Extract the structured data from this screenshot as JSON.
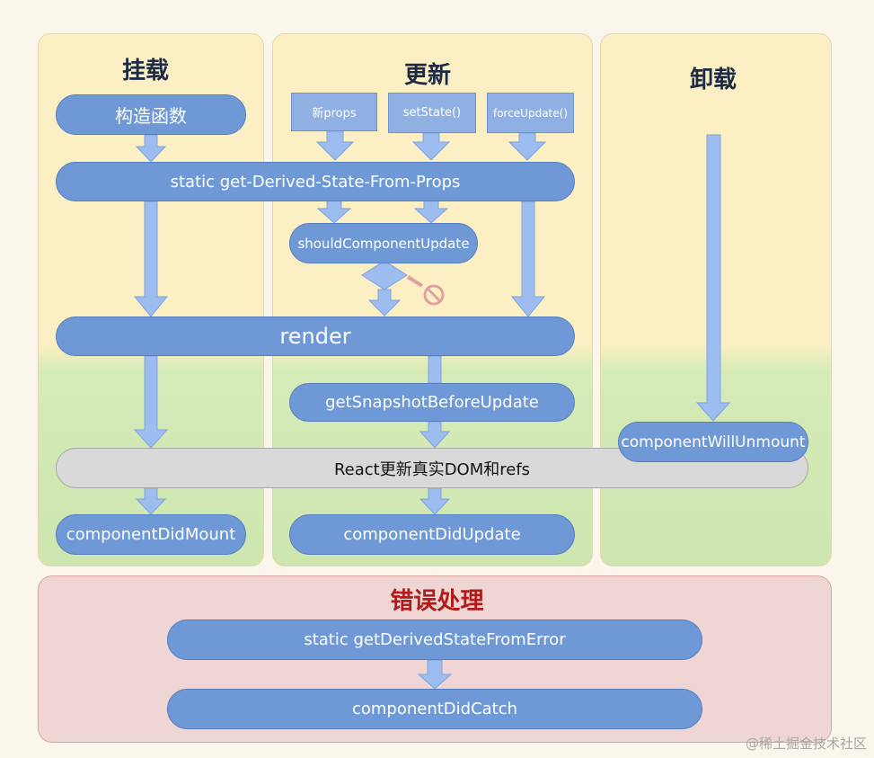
{
  "columns": {
    "mount_title": "挂载",
    "update_title": "更新",
    "unmount_title": "卸载"
  },
  "mount": {
    "constructor": "构造函数",
    "did_mount": "componentDidMount"
  },
  "update": {
    "new_props": "新props",
    "set_state": "setState()",
    "force_update": "forceUpdate()",
    "should_update": "shouldComponentUpdate",
    "get_snapshot": "getSnapshotBeforeUpdate",
    "did_update": "componentDidUpdate"
  },
  "shared": {
    "get_derived": "static get-Derived-State-From-Props",
    "render": "render",
    "react_dom": "React更新真实DOM和refs"
  },
  "unmount": {
    "will_unmount": "componentWillUnmount"
  },
  "error": {
    "title": "错误处理",
    "get_derived_error": "static getDerivedStateFromError",
    "did_catch": "componentDidCatch"
  },
  "watermark": "@稀土掘金技术社区",
  "colors": {
    "pill_blue": "#6f99d6",
    "arrow_blue": "#9dbcef",
    "stop_sign": "#e0a0a0",
    "error_title": "#b11b1b"
  }
}
